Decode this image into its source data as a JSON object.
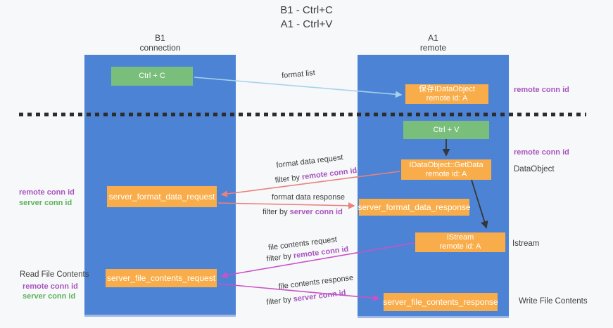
{
  "colors": {
    "background": "#f7f8f9",
    "lane_blue": "#4d83d4",
    "node_green": "#79bf7b",
    "node_orange": "#f9ad4a",
    "arrow_lightblue": "#a5d2ee",
    "arrow_salmon": "#e8827c",
    "arrow_magenta": "#cb51c8",
    "arrow_black": "#363636",
    "dash_black": "#2d2d2d",
    "text_dark": "#3d3d3d",
    "text_purple": "#a855bf",
    "text_green": "#5cb25a"
  },
  "title": {
    "line1": "B1 - Ctrl+C",
    "line2": "A1 - Ctrl+V"
  },
  "lanes": {
    "left": {
      "title": "B1",
      "subtitle": "connection"
    },
    "right": {
      "title": "A1",
      "subtitle": "remote"
    }
  },
  "nodes": {
    "ctrl_c": {
      "label": "Ctrl + C"
    },
    "ctrl_v": {
      "label": "Ctrl + V"
    },
    "save_dataobject": {
      "line1": "保存IDataObject",
      "line2": "remote id: A"
    },
    "getdata": {
      "line1": "IDataObject::GetData",
      "line2": "remote id: A"
    },
    "istream": {
      "line1": "IStream",
      "line2": "remote id: A"
    },
    "format_request": {
      "label": "server_format_data_request"
    },
    "format_response": {
      "label": "server_format_data_response"
    },
    "file_request": {
      "label": "server_file_contents_request"
    },
    "file_response": {
      "label": "server_file_contents_response"
    }
  },
  "annotations": {
    "left": {
      "format_remote": "remote conn id",
      "format_server": "server conn id",
      "read_heading": "Read File Contents",
      "file_remote": "remote conn id",
      "file_server": "server conn id"
    },
    "right": {
      "save_conn": "remote conn id",
      "getdata_conn": "remote conn id",
      "dataobject": "DataObject",
      "istream": "Istream",
      "write_heading": "Write File Contents"
    }
  },
  "flow_labels": {
    "format_list": "format list",
    "format_request": {
      "title": "format data request",
      "filter_prefix": "filter by",
      "filter_key": "remote conn id"
    },
    "format_response": {
      "title": "format data response",
      "filter_prefix": "filter by",
      "filter_key": "server conn id"
    },
    "file_request": {
      "title": "file contents request",
      "filter_prefix": "filter by",
      "filter_key": "remote conn id"
    },
    "file_response": {
      "title": "file contents response",
      "filter_prefix": "filter by",
      "filter_key": "server conn id"
    }
  }
}
